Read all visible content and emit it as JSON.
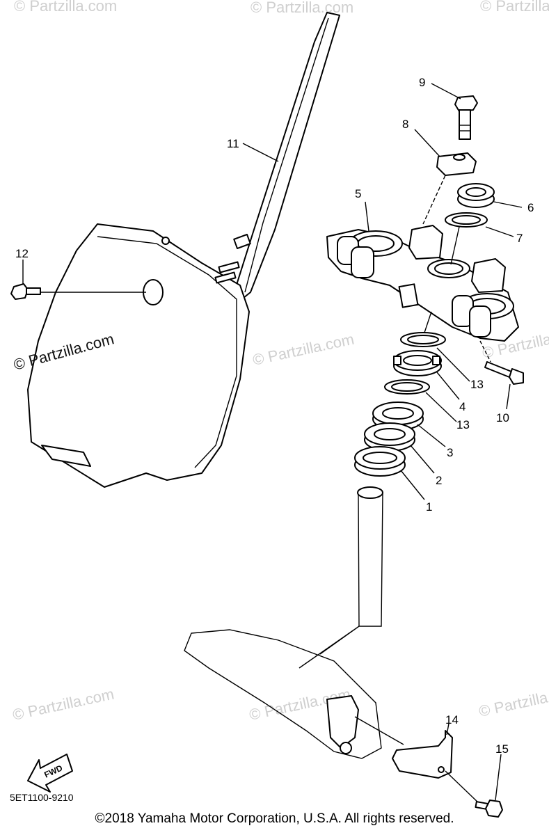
{
  "diagram": {
    "callouts": [
      {
        "id": "1",
        "text": "1"
      },
      {
        "id": "2",
        "text": "2"
      },
      {
        "id": "3",
        "text": "3"
      },
      {
        "id": "4",
        "text": "4"
      },
      {
        "id": "5",
        "text": "5"
      },
      {
        "id": "6",
        "text": "6"
      },
      {
        "id": "7",
        "text": "7"
      },
      {
        "id": "8",
        "text": "8"
      },
      {
        "id": "9",
        "text": "9"
      },
      {
        "id": "10",
        "text": "10"
      },
      {
        "id": "11",
        "text": "11"
      },
      {
        "id": "12",
        "text": "12"
      },
      {
        "id": "13a",
        "text": "13"
      },
      {
        "id": "13b",
        "text": "13"
      },
      {
        "id": "14",
        "text": "14"
      },
      {
        "id": "15",
        "text": "15"
      }
    ],
    "watermark": "© Partzilla.com",
    "fwd_label": "FWD",
    "diagram_code": "5ET1100-9210",
    "copyright": "©2018  Yamaha Motor Corporation, U.S.A. All rights reserved."
  }
}
